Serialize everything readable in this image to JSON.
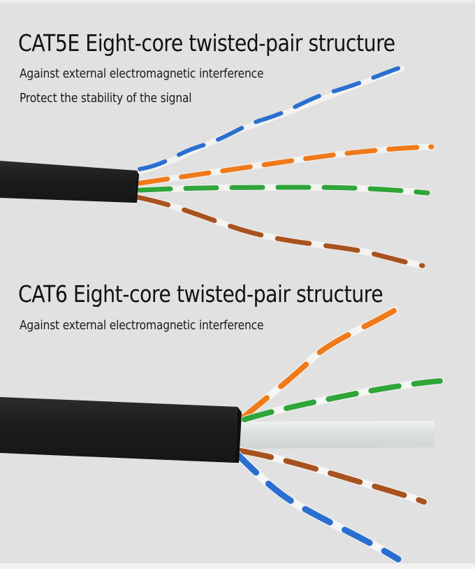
{
  "sections": [
    {
      "title": "CAT5E Eight-core twisted-pair structure",
      "lines": [
        "Against external electromagnetic interference",
        "Protect the stability of the signal"
      ],
      "pairs": [
        "blue",
        "orange",
        "green",
        "brown"
      ]
    },
    {
      "title": "CAT6 Eight-core twisted-pair structure",
      "lines": [
        "Against external electromagnetic interference"
      ],
      "pairs": [
        "orange",
        "green",
        "blue",
        "brown"
      ],
      "separator": "cross-separator"
    }
  ],
  "colors": {
    "background": "#e1e1e1",
    "jacket": "#1e1f1f",
    "blue": "#2a6fd0",
    "orange": "#f07a1a",
    "green": "#2fa53a",
    "brown": "#a8531f",
    "white_stripe": "#f4f4f2",
    "separator": "#dfe4e4"
  }
}
